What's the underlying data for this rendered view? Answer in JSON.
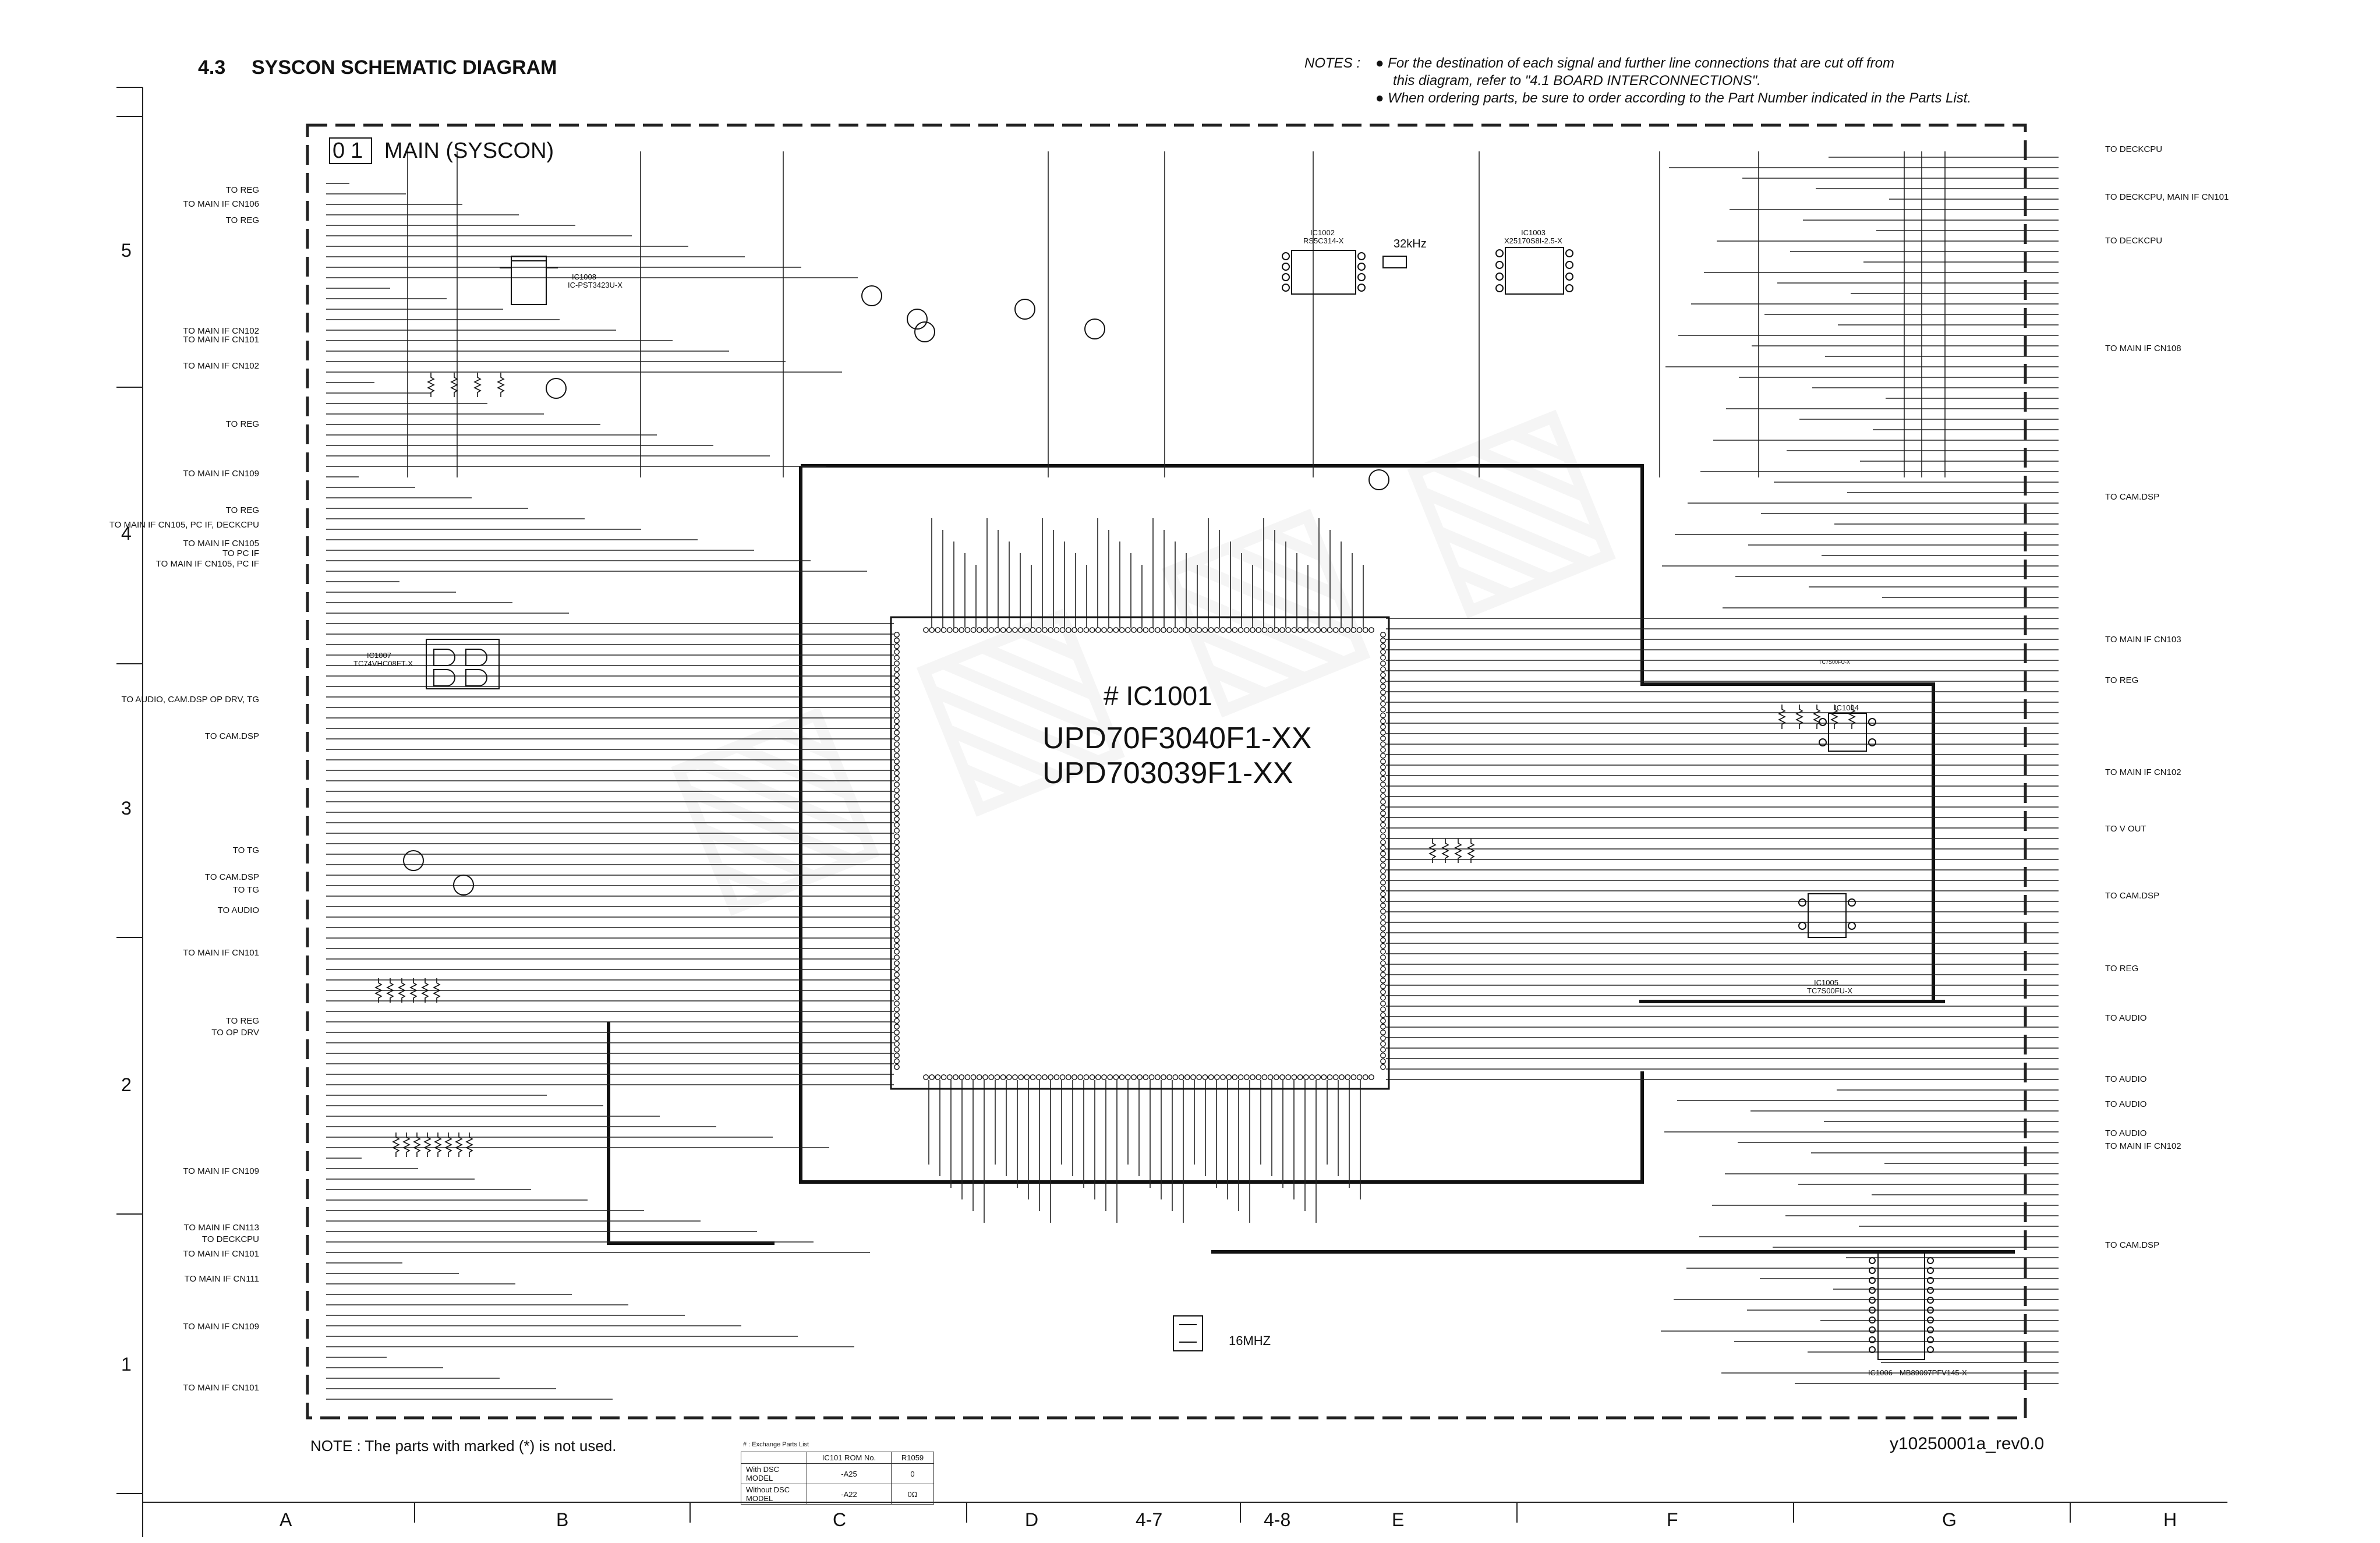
{
  "header": {
    "section": "4.3",
    "title": "SYSCON SCHEMATIC DIAGRAM",
    "notes_label": "NOTES :",
    "notes": [
      "For the destination of each signal and further line connections that are cut off from",
      "this diagram, refer to \"4.1 BOARD INTERCONNECTIONS\".",
      "When ordering parts, be sure to order according to the Part Number indicated in the Parts List."
    ]
  },
  "block": {
    "number": "01",
    "name": "MAIN (SYSCON)"
  },
  "main_ic": {
    "ref": "# IC1001",
    "part1": "UPD70F3040F1-XX",
    "part2": "UPD703039F1-XX"
  },
  "ics": [
    {
      "ref": "IC1002",
      "part": "RS5C314-X"
    },
    {
      "ref": "IC1003",
      "part": "X25170S8I-2.5-X"
    },
    {
      "ref": "IC1004",
      "part": "TC7S00FU-X"
    },
    {
      "ref": "IC1005",
      "part": "TC7S00FU-X"
    },
    {
      "ref": "IC1006",
      "part": "MB89097PFV145-X"
    },
    {
      "ref": "IC1007",
      "part": "TC74VHC08FT-X"
    },
    {
      "ref": "IC1008",
      "part": "IC-PST3423U-X"
    }
  ],
  "crystals": {
    "xtal_32k": "32kHz",
    "xtal_16m": "16MHZ"
  },
  "left_labels": [
    "TO REG",
    "TO MAIN IF CN106",
    "TO REG",
    "TO MAIN IF CN102",
    "TO MAIN IF CN101",
    "TO MAIN IF CN102",
    "TO REG",
    "TO MAIN IF CN109",
    "TO REG",
    "TO MAIN IF CN105, PC IF, DECKCPU",
    "TO MAIN IF CN105",
    "TO PC IF",
    "TO MAIN IF CN105, PC IF",
    "TO AUDIO, CAM.DSP OP DRV, TG",
    "TO CAM.DSP",
    "TO TG",
    "TO CAM.DSP",
    "TO TG",
    "TO AUDIO",
    "TO MAIN IF CN101",
    "TO REG",
    "TO OP DRV",
    "TO MAIN IF CN109",
    "TO MAIN IF CN113",
    "TO DECKCPU",
    "TO MAIN IF CN101",
    "TO MAIN IF CN111",
    "TO MAIN IF CN109",
    "TO MAIN IF CN101"
  ],
  "right_labels": [
    "TO DECKCPU",
    "TO DECKCPU, MAIN IF CN101",
    "TO DECKCPU",
    "TO MAIN IF CN108",
    "TO CAM.DSP",
    "TO MAIN IF CN103",
    "TO REG",
    "TO MAIN IF CN102",
    "TO V OUT",
    "TO CAM.DSP",
    "TO REG",
    "TO AUDIO",
    "TO AUDIO",
    "TO AUDIO",
    "TO AUDIO",
    "TO MAIN IF CN102",
    "TO CAM.DSP"
  ],
  "footer": {
    "note": "NOTE : The parts with marked (*) is not used.",
    "revision": "y10250001a_rev0.0",
    "table_title": "# : Exchange Parts List",
    "table_headers": [
      "",
      "IC101 ROM No.",
      "R1059"
    ],
    "table_rows": [
      [
        "With DSC MODEL",
        "-A25",
        "0"
      ],
      [
        "Without DSC MODEL",
        "-A22",
        "0Ω"
      ]
    ]
  },
  "grid": {
    "columns": [
      "A",
      "B",
      "C",
      "D",
      "4-7",
      "4-8",
      "E",
      "F",
      "G",
      "H"
    ],
    "rows": [
      "5",
      "4",
      "3",
      "2",
      "1"
    ]
  }
}
